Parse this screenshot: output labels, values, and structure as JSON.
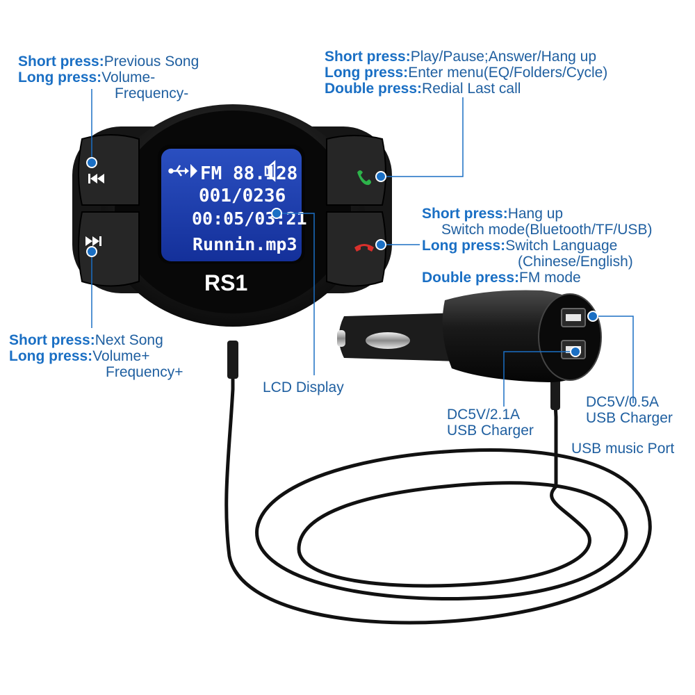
{
  "annotations": {
    "prev": {
      "short_key": "Short press:",
      "short_val": "Previous Song",
      "long_key": "Long press:",
      "long_val1": "Volume-",
      "long_val2": "Frequency-"
    },
    "next": {
      "short_key": "Short press:",
      "short_val": "Next Song",
      "long_key": "Long press:",
      "long_val1": "Volume+",
      "long_val2": "Frequency+"
    },
    "play": {
      "short_key": "Short press:",
      "short_val": "Play/Pause;Answer/Hang up",
      "long_key": "Long press:",
      "long_val": "Enter menu(EQ/Folders/Cycle)",
      "double_key": "Double press:",
      "double_val": "Redial Last call"
    },
    "hangup": {
      "short_key": "Short press:",
      "short_val1": "Hang up",
      "short_val2": "Switch mode(Bluetooth/TF/USB)",
      "long_key": "Long press:",
      "long_val1": "Switch Language",
      "long_val2": "(Chinese/English)",
      "double_key": "Double press:",
      "double_val": "FM mode"
    },
    "lcd_label": "LCD Display",
    "usb1_line1": "DC5V/2.1A",
    "usb1_line2": "USB Charger",
    "usb2_line1": "DC5V/0.5A",
    "usb2_line2": "USB Charger",
    "usb_music": "USB music Port"
  },
  "lcd": {
    "line1": "FM 88.1",
    "volume": "28",
    "line2": "001/0236",
    "line3": "00:05/03:21",
    "line4": "Runnin.mp3"
  },
  "device_logo": "RS1",
  "colors": {
    "accent": "#1a6fc4",
    "lcd_bg": "#1f3fa3",
    "body": "#141414",
    "green": "#2db34a",
    "red": "#d9302c"
  },
  "icons": [
    "prev-icon",
    "next-icon",
    "phone-answer-icon",
    "phone-hangup-icon",
    "usb-icon",
    "play-icon",
    "speaker-icon"
  ]
}
